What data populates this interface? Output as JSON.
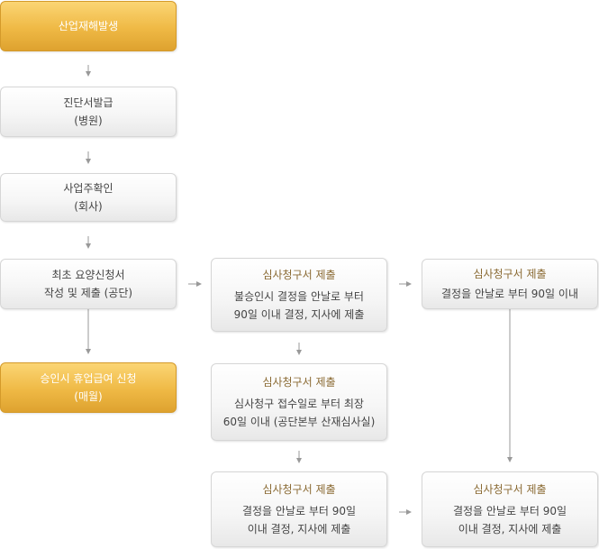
{
  "nodes": {
    "accident": {
      "lines": [
        "산업재해발생"
      ]
    },
    "diagnosis": {
      "lines": [
        "진단서발급",
        "(병원)"
      ]
    },
    "employer": {
      "lines": [
        "사업주확인",
        "(회사)"
      ]
    },
    "application": {
      "lines": [
        "최초 요양신청서",
        "작성 및 제출 (공단)"
      ]
    },
    "leave_benefit": {
      "lines": [
        "승인시 휴업급여 신청",
        "(매월)"
      ]
    },
    "review_1": {
      "title": "심사청구서 제출",
      "lines": [
        "불승인시 결정을 안날로 부터",
        "90일 이내 결정, 지사에 제출"
      ]
    },
    "review_2": {
      "title": "심사청구서 제출",
      "lines": [
        "결정을 안날로 부터 90일 이내"
      ]
    },
    "review_3": {
      "title": "심사청구서 제출",
      "lines": [
        "심사청구 접수일로 부터 최장",
        "60일 이내 (공단본부 산재심사실)"
      ]
    },
    "review_4": {
      "title": "심사청구서 제출",
      "lines": [
        "결정을 안날로 부터 90일",
        "이내 결정, 지사에 제출"
      ]
    },
    "review_5": {
      "title": "심사청구서 제출",
      "lines": [
        "결정을 안날로 부터 90일",
        "이내 결정, 지사에 제출"
      ]
    }
  },
  "colors": {
    "highlight": "#efb945",
    "title_text": "#8a6a33",
    "arrow": "#999999"
  }
}
